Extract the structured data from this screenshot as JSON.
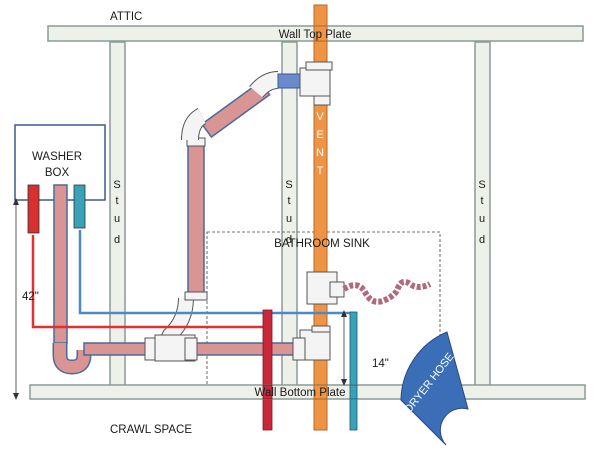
{
  "labels": {
    "attic": "ATTIC",
    "wall_top_plate": "Wall Top Plate",
    "wall_bottom_plate": "Wall Bottom Plate",
    "crawl_space": "CRAWL SPACE",
    "washer_box_line1": "WASHER",
    "washer_box_line2": "BOX",
    "bathroom_sink": "BATHROOM SINK",
    "dryer_hose": "DRYER HOSE",
    "height_42": "42\"",
    "height_14": "14\"",
    "stud_letters": [
      "S",
      "t",
      "u",
      "d"
    ],
    "vent_letters": [
      "V",
      "E",
      "N",
      "T"
    ]
  },
  "colors": {
    "hot_line": "#e03030",
    "cold_line": "#4a8ac8",
    "drain_pipe": "#d99594",
    "vent_stack": "#ee9444",
    "dryer_hose": "#3a6fb8"
  }
}
